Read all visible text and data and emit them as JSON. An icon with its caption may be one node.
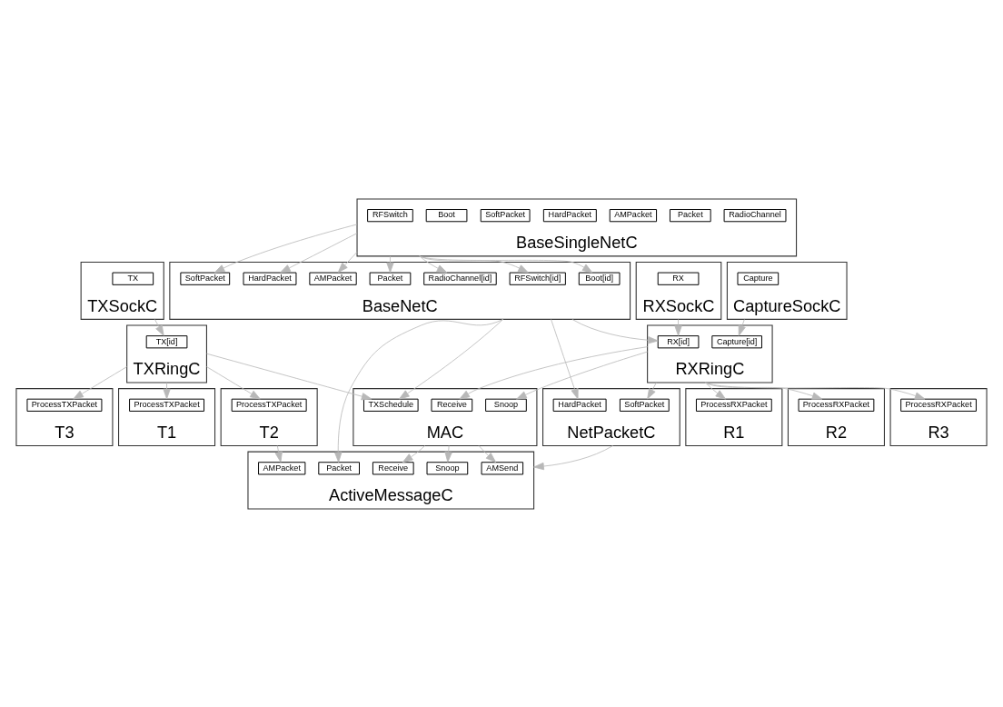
{
  "diagram": {
    "nodes": [
      {
        "text": [
          "BaseSingleNetC"
        ]
      },
      {
        "text": [
          "RFSwitch"
        ],
        "in": 0
      },
      {
        "text": [
          "Boot"
        ],
        "in": 0
      },
      {
        "text": [
          "SoftPacket"
        ],
        "in": 0
      },
      {
        "text": [
          "HardPacket"
        ],
        "in": 0
      },
      {
        "text": [
          "AMPacket"
        ],
        "in": 0
      },
      {
        "text": [
          "Packet"
        ],
        "in": 0
      },
      {
        "text": [
          "RadioChannel"
        ],
        "in": 0
      },
      {
        "text": [
          "BaseNetC"
        ]
      },
      {
        "text": [
          "RFSwitch[id]"
        ],
        "in": 8
      },
      {
        "text": [
          "Boot[id]"
        ],
        "in": 8
      },
      {
        "text": [
          "SoftPacket"
        ],
        "in": 8
      },
      {
        "text": [
          "HardPacket"
        ],
        "in": 8
      },
      {
        "text": [
          "AMPacket"
        ],
        "in": 8
      },
      {
        "text": [
          "Packet"
        ],
        "in": 8
      },
      {
        "text": [
          "RadioChannel[id]"
        ],
        "in": 8
      },
      {
        "text": [
          "RXSockC"
        ]
      },
      {
        "text": [
          "RX"
        ],
        "in": 16
      },
      {
        "text": [
          "CaptureSockC"
        ]
      },
      {
        "text": [
          "Capture"
        ],
        "in": 18
      },
      {
        "text": [
          "TXSockC"
        ]
      },
      {
        "text": [
          "TX"
        ],
        "in": 20
      },
      {
        "text": [
          "RXRingC"
        ]
      },
      {
        "text": [
          "RX[id]"
        ],
        "in": 22
      },
      {
        "text": [
          "Capture[id]"
        ],
        "in": 22
      },
      {
        "text": [
          "TXRingC"
        ]
      },
      {
        "text": [
          "TX[id]"
        ],
        "in": 25
      },
      {
        "text": [
          "MAC"
        ]
      },
      {
        "text": [
          "Receive"
        ],
        "in": 27
      },
      {
        "text": [
          "Snoop"
        ],
        "in": 27
      },
      {
        "text": [
          "TXSchedule"
        ],
        "in": 27
      },
      {
        "text": [
          "R1"
        ]
      },
      {
        "text": [
          "ProcessRXPacket"
        ],
        "in": 31
      },
      {
        "text": [
          "T1"
        ]
      },
      {
        "text": [
          "ProcessTXPacket"
        ],
        "in": 33
      },
      {
        "text": [
          "R2"
        ]
      },
      {
        "text": [
          "ProcessRXPacket"
        ],
        "in": 35
      },
      {
        "text": [
          "R3"
        ]
      },
      {
        "text": [
          "ProcessRXPacket"
        ],
        "in": 37
      },
      {
        "text": [
          "T2"
        ]
      },
      {
        "text": [
          "ProcessTXPacket"
        ],
        "in": 39
      },
      {
        "text": [
          "T3"
        ]
      },
      {
        "text": [
          "ProcessTXPacket"
        ],
        "in": 41
      },
      {
        "text": [
          "NetPacketC"
        ]
      },
      {
        "text": [
          "SoftPacket"
        ],
        "in": 43
      },
      {
        "text": [
          "HardPacket"
        ],
        "in": 43
      },
      {
        "text": [
          "ActiveMessageC"
        ]
      },
      {
        "text": [
          "AMSend"
        ],
        "in": 46
      },
      {
        "text": [
          "Receive"
        ],
        "in": 46
      },
      {
        "text": [
          "Snoop"
        ],
        "in": 46
      },
      {
        "text": [
          "AMPacket"
        ],
        "in": 46
      },
      {
        "text": [
          "Packet"
        ],
        "in": 46
      }
    ],
    "edges": [
      {
        "from": 0,
        "to": 9,
        "arrow": "to"
      },
      {
        "from": 0,
        "to": 10,
        "arrow": "to"
      },
      {
        "from": 0,
        "to": 11,
        "arrow": "to"
      },
      {
        "from": 0,
        "to": 12,
        "arrow": "to"
      },
      {
        "from": 0,
        "to": 13,
        "arrow": "to"
      },
      {
        "from": 0,
        "to": 14,
        "arrow": "to"
      },
      {
        "from": 0,
        "to": 15,
        "arrow": "to"
      },
      {
        "from": 8,
        "to": 23,
        "arrow": "to"
      },
      {
        "from": 16,
        "to": 23,
        "arrow": "to"
      },
      {
        "from": 18,
        "to": 24,
        "arrow": "to"
      },
      {
        "from": 20,
        "to": 26,
        "arrow": "to"
      },
      {
        "from": 22,
        "to": 28,
        "arrow": "to"
      },
      {
        "from": 22,
        "to": 29,
        "arrow": "to"
      },
      {
        "from": 8,
        "to": 30,
        "arrow": "to"
      },
      {
        "from": 25,
        "to": 30,
        "arrow": "to"
      },
      {
        "from": 22,
        "to": 32,
        "arrow": "to"
      },
      {
        "from": 22,
        "to": 36,
        "arrow": "to"
      },
      {
        "from": 22,
        "to": 38,
        "arrow": "to"
      },
      {
        "from": 22,
        "to": 44,
        "arrow": "to"
      },
      {
        "from": 25,
        "to": 34,
        "arrow": "to"
      },
      {
        "from": 25,
        "to": 40,
        "arrow": "to"
      },
      {
        "from": 25,
        "to": 42,
        "arrow": "to"
      },
      {
        "from": 8,
        "to": 45,
        "arrow": "to"
      },
      {
        "from": 8,
        "to": 51,
        "arrow": "to"
      },
      {
        "from": 27,
        "to": 47,
        "arrow": "to"
      },
      {
        "from": 27,
        "to": 48,
        "arrow": "to"
      },
      {
        "from": 27,
        "to": 49,
        "arrow": "to"
      },
      {
        "from": 39,
        "to": 50,
        "arrow": "to"
      },
      {
        "from": 43,
        "to": 46,
        "arrow": "to"
      }
    ]
  }
}
